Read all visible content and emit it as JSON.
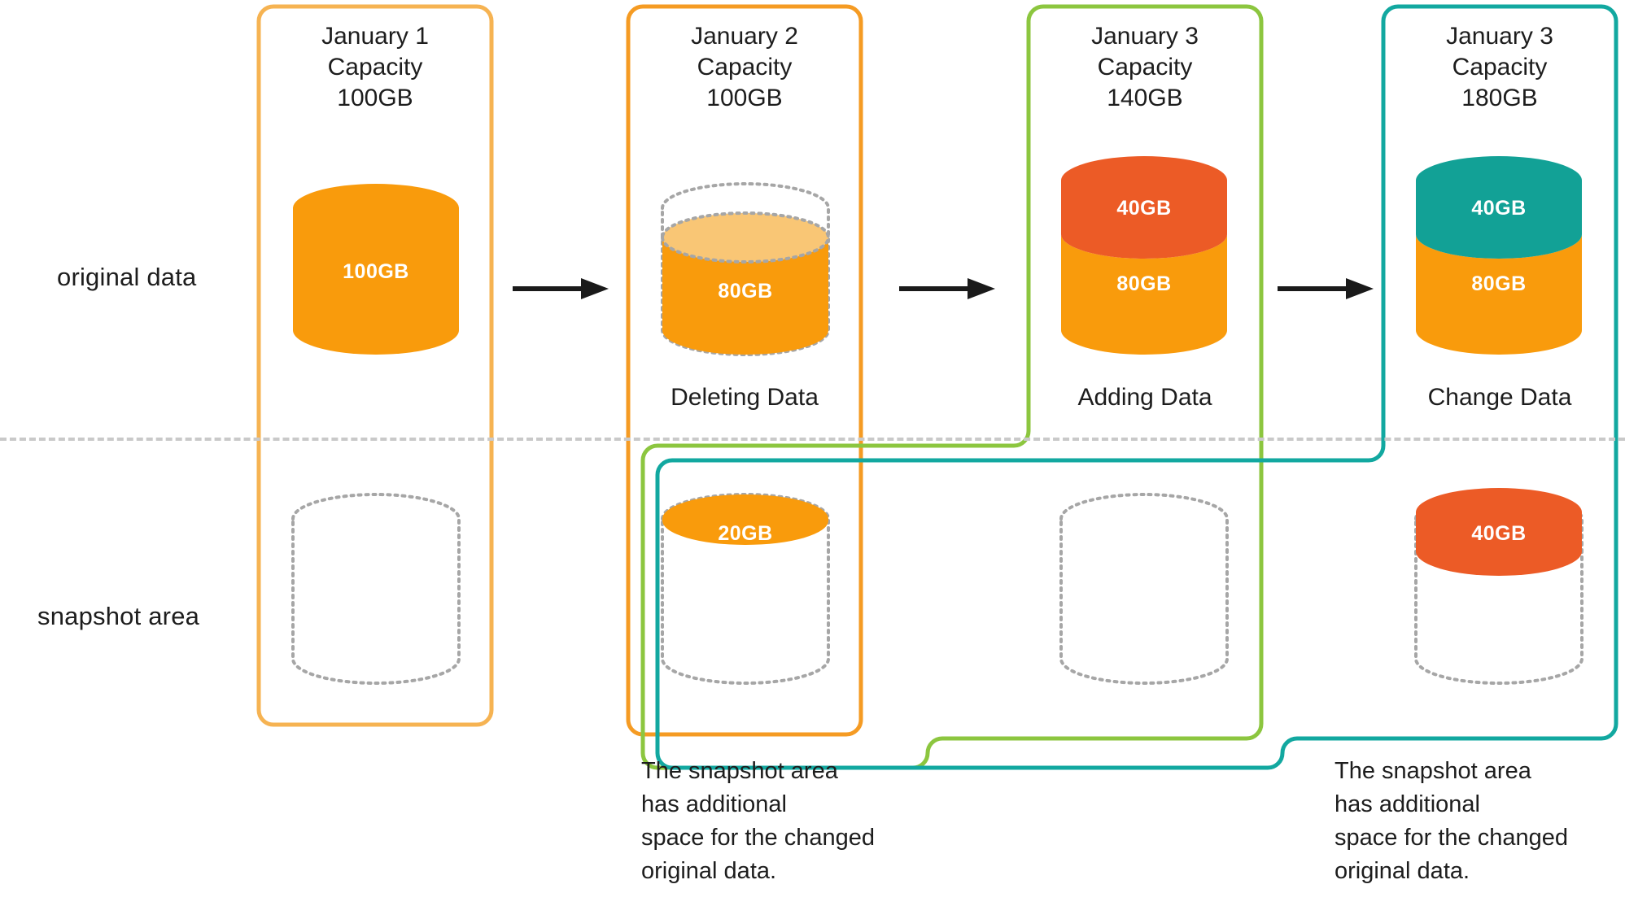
{
  "colors": {
    "orange_frame": "#f6b352",
    "orange_frame_strong": "#f59b23",
    "green_frame": "#8cc63f",
    "teal_frame": "#12a8a0",
    "orange_fill": "#f99b0c",
    "orange_fill_light": "#f9c675",
    "red_fill": "#ec5b26",
    "teal_fill": "#12a196",
    "dotted_stroke": "#a6a6a6",
    "divider": "#c9c9c9",
    "text": "#1d1d1d",
    "arrow": "#1a1a1a"
  },
  "rows": {
    "original": "original data",
    "snapshot": "snapshot area"
  },
  "columns": [
    {
      "id": "jan1",
      "header": "January 1\nCapacity\n100GB",
      "frame_color": "#f6b352",
      "action": "",
      "original": {
        "type": "solid",
        "segments": [
          {
            "label": "100GB",
            "color": "#f99b0c",
            "share": 100
          }
        ],
        "empty_top_share": 0
      },
      "snapshot": {
        "type": "empty",
        "segments": [],
        "empty_top_share": 100
      }
    },
    {
      "id": "jan2",
      "header": "January 2\nCapacity\n100GB",
      "frame_color": "#f59b23",
      "action": "Deleting Data",
      "original": {
        "type": "partial",
        "segments": [
          {
            "label": "80GB",
            "color": "#f99b0c",
            "share": 80
          }
        ],
        "empty_top_share": 20,
        "top_cap_color": "#f9c675"
      },
      "snapshot": {
        "type": "top-cap-only",
        "segments": [
          {
            "label": "20GB",
            "color": "#f99b0c",
            "share": 20
          }
        ],
        "empty_top_share": 80
      }
    },
    {
      "id": "jan3a",
      "header": "January 3\nCapacity\n140GB",
      "frame_color": "#8cc63f",
      "action": "Adding Data",
      "original": {
        "type": "stacked",
        "segments": [
          {
            "label": "40GB",
            "color": "#ec5b26",
            "share": 40
          },
          {
            "label": "80GB",
            "color": "#f99b0c",
            "share": 80
          }
        ],
        "empty_top_share": 0
      },
      "snapshot": {
        "type": "empty",
        "segments": [],
        "empty_top_share": 100
      }
    },
    {
      "id": "jan3b",
      "header": "January 3\nCapacity\n180GB",
      "frame_color": "#12a8a0",
      "action": "Change Data",
      "original": {
        "type": "stacked",
        "segments": [
          {
            "label": "40GB",
            "color": "#12a196",
            "share": 40
          },
          {
            "label": "80GB",
            "color": "#f99b0c",
            "share": 80
          }
        ],
        "empty_top_share": 0
      },
      "snapshot": {
        "type": "top-cap-only",
        "segments": [
          {
            "label": "40GB",
            "color": "#ec5b26",
            "share": 40
          }
        ],
        "empty_top_share": 60
      }
    }
  ],
  "arrows": [
    {
      "id": "arrow-1-2",
      "label": "arrow"
    },
    {
      "id": "arrow-2-3",
      "label": "arrow"
    },
    {
      "id": "arrow-3-4",
      "label": "arrow"
    }
  ],
  "notes": [
    {
      "id": "note-left",
      "text": "The snapshot area\nhas additional\n space for the changed\n original data."
    },
    {
      "id": "note-right",
      "text": "The snapshot area\nhas additional\n space for the changed\n original data."
    }
  ],
  "cylinder_values": {
    "jan1_original": "100GB",
    "jan2_original": "80GB",
    "jan2_snapshot": "20GB",
    "jan3a_original_top": "40GB",
    "jan3a_original_bottom": "80GB",
    "jan3b_original_top": "40GB",
    "jan3b_original_bottom": "80GB",
    "jan3b_snapshot": "40GB"
  }
}
